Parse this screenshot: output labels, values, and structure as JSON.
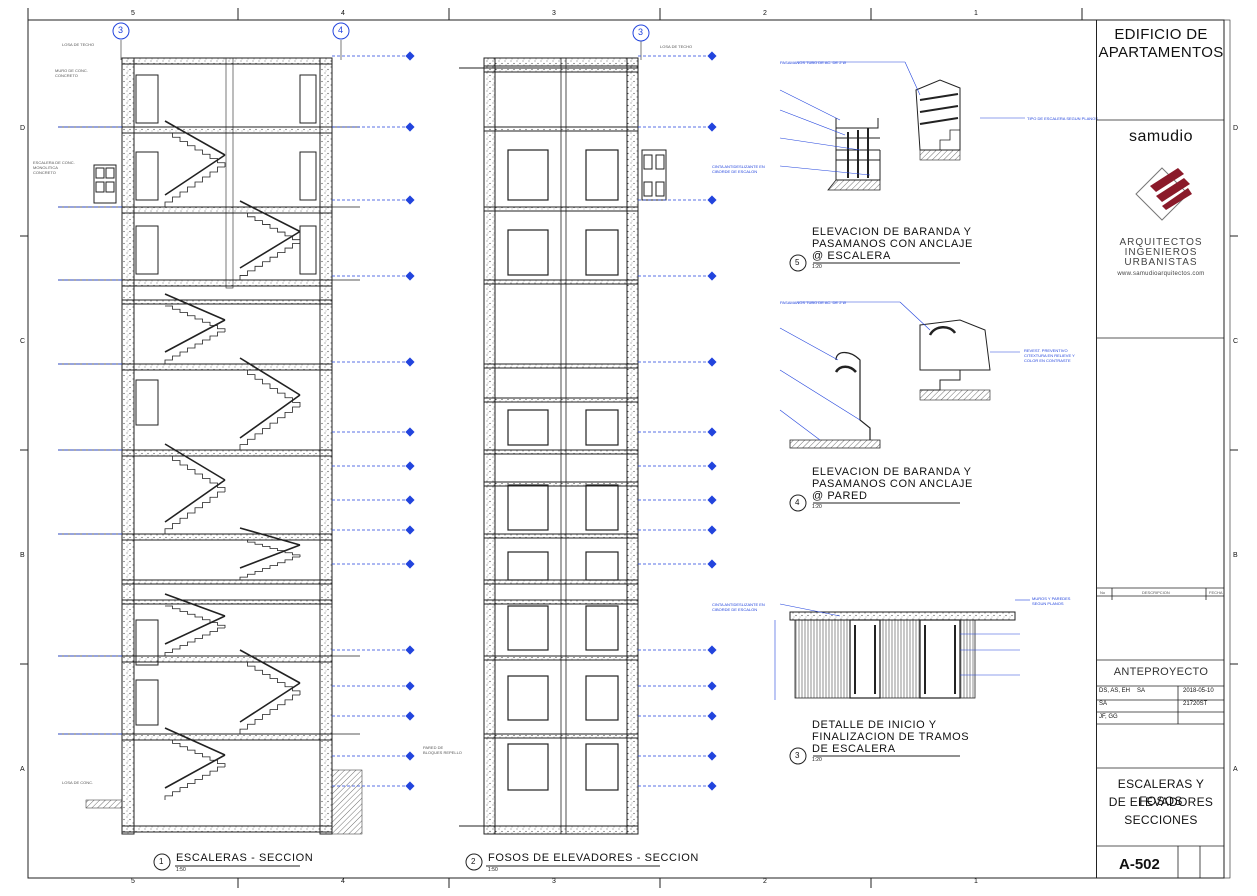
{
  "sheet": {
    "grid_columns": [
      "5",
      "4",
      "3",
      "2",
      "1"
    ],
    "grid_rows": [
      "D",
      "C",
      "B",
      "A"
    ]
  },
  "views": {
    "v1": {
      "number": "1",
      "title": "ESCALERAS - SECCION",
      "scale": "1:50"
    },
    "v2": {
      "number": "2",
      "title": "FOSOS DE ELEVADORES - SECCION",
      "scale": "1:50"
    },
    "v3": {
      "number": "3",
      "title_lines": [
        "DETALLE DE INICIO Y",
        "FINALIZACION DE TRAMOS",
        "DE ESCALERA"
      ],
      "scale": "1:20"
    },
    "v4": {
      "number": "4",
      "title_lines": [
        "ELEVACION DE BARANDA Y",
        "PASAMANOS CON ANCLAJE",
        "@ PARED"
      ],
      "scale": "1:20"
    },
    "v5": {
      "number": "5",
      "title_lines": [
        "ELEVACION DE BARANDA Y",
        "PASAMANOS CON ANCLAJE",
        "@ ESCALERA"
      ],
      "scale": "1:20"
    }
  },
  "annotations": {
    "losa_techo": "LOSA DE TECHO",
    "muro_conc": "MURO DE CONC. CONCRETO",
    "escalera_conc": "ESCALERA DE CONC. MONOLITICA CONCRETO",
    "losa_conc": "LOSA DE CONC.",
    "pared_bloques": "PARED DE BLOQUES REPELLO",
    "tubo_5": "PASAMANOS TUBO DE AC. DE 2\"Ø",
    "tipo_escalera": "TIPO DE ESCALERA SEGUN PLANOS",
    "cinta_5": "CINTA ANTIDESLIZANTE EN CIBORDE DE ESCALON",
    "tubo_4": "PASAMANOS TUBO DE AC. DE 2\"Ø",
    "revest": "REVEST. PREVENTIVO CITEXTURA EN RELIEVE Y COLOR EN CONTRASTE",
    "cinta_3": "CINTA ANTIDESLIZANTE EN CIBORDE DE ESCALON",
    "muros_paredes": "MUROS Y PAREDES SEGUN PLANOS"
  },
  "title_block": {
    "project": [
      "EDIFICIO DE",
      "APARTAMENTOS"
    ],
    "firm_name": "samudio",
    "firm_lines": [
      "ARQUITECTOS",
      "INGENIEROS",
      "URBANISTAS"
    ],
    "website": "www.samudioarquitectos.com",
    "revision_header": {
      "no": "No",
      "descripcion": "DESCRIPCION",
      "fecha": "FECHA"
    },
    "phase": "ANTEPROYECTO",
    "designed_by": "DS, AS, EH",
    "checked_by": "SA",
    "reviewed_by": "SA",
    "drawn_by": "JF, GG",
    "date": "2018-05-10",
    "project_no": "21720ST",
    "sheet_title": [
      "ESCALERAS Y FOSOS",
      "DE ELEVADORES",
      "SECCIONES"
    ],
    "sheet_number": "A-502"
  },
  "colors": {
    "line": "#1a1a1a",
    "dimension": "#2244dd",
    "accent": "#8b1a2a"
  }
}
